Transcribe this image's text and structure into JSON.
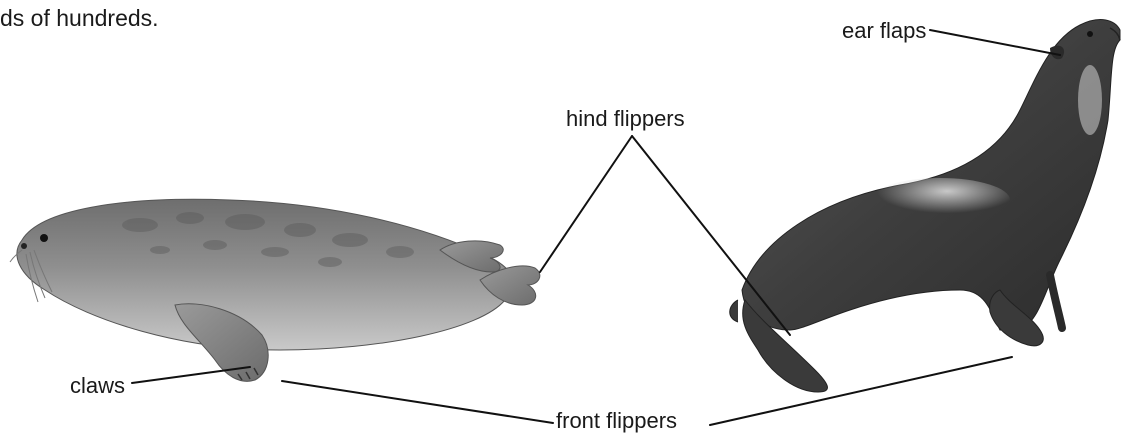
{
  "caption_fragment": "ds of hundreds.",
  "labels": {
    "ear_flaps": "ear flaps",
    "hind_flippers": "hind flippers",
    "claws": "claws",
    "front_flippers": "front flippers"
  },
  "colors": {
    "text": "#1a1a1a",
    "line": "#111111",
    "seal_body": "#8a8a8a",
    "sea_lion_body": "#4a4a4a"
  }
}
